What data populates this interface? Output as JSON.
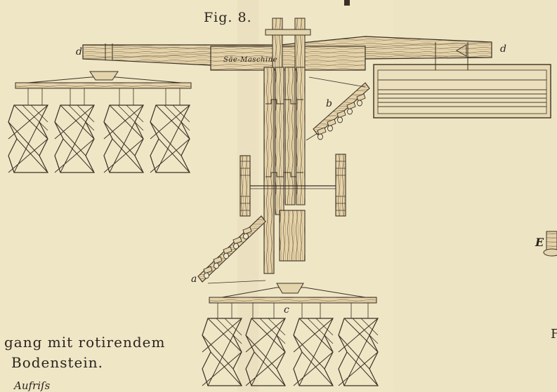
{
  "figure": {
    "number_label": "Fig. 8.",
    "machine_label": "Säe-Maschine",
    "caption_line1": "gang mit rotirendem",
    "caption_line2": "Bodenstein.",
    "caption_line3": "Aufriſs",
    "letters": {
      "a": "a",
      "b": "b",
      "c": "c",
      "d_left": "d",
      "d_right": "d",
      "E": "E",
      "F": "F"
    }
  },
  "colors": {
    "paper": "#efe6c6",
    "ink": "#3a3026",
    "wood": "#d9c9a0",
    "wood_dark": "#6b4a33"
  }
}
